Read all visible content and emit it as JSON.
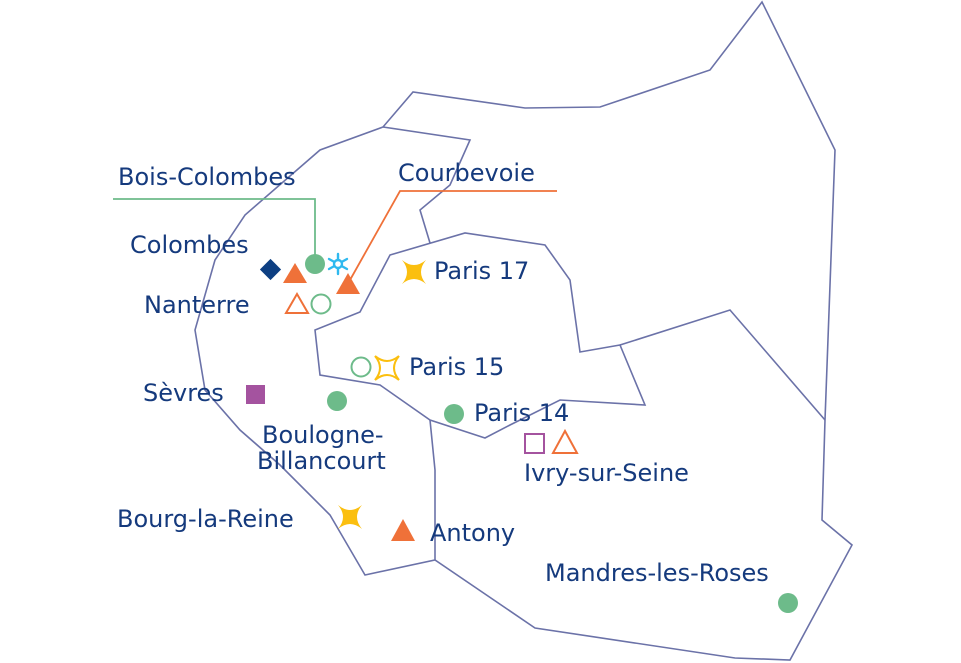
{
  "colors": {
    "border": "#6b72a8",
    "label": "#153a7d",
    "green": "#6dbb8a",
    "orange": "#ef7139",
    "navy": "#0d3f82",
    "yellow": "#fbbf0f",
    "purple": "#a4539f",
    "cyan": "#2fb9ef"
  },
  "labels": {
    "bois_colombes": "Bois-Colombes",
    "courbevoie": "Courbevoie",
    "colombes": "Colombes",
    "nanterre": "Nanterre",
    "paris17": "Paris 17",
    "paris15": "Paris 15",
    "sevres": "Sèvres",
    "paris14": "Paris 14",
    "boulogne1": "Boulogne-",
    "boulogne2": "Billancourt",
    "ivry": "Ivry-sur-Seine",
    "bourg": "Bourg-la-Reine",
    "antony": "Antony",
    "mandres": "Mandres-les-Roses"
  }
}
